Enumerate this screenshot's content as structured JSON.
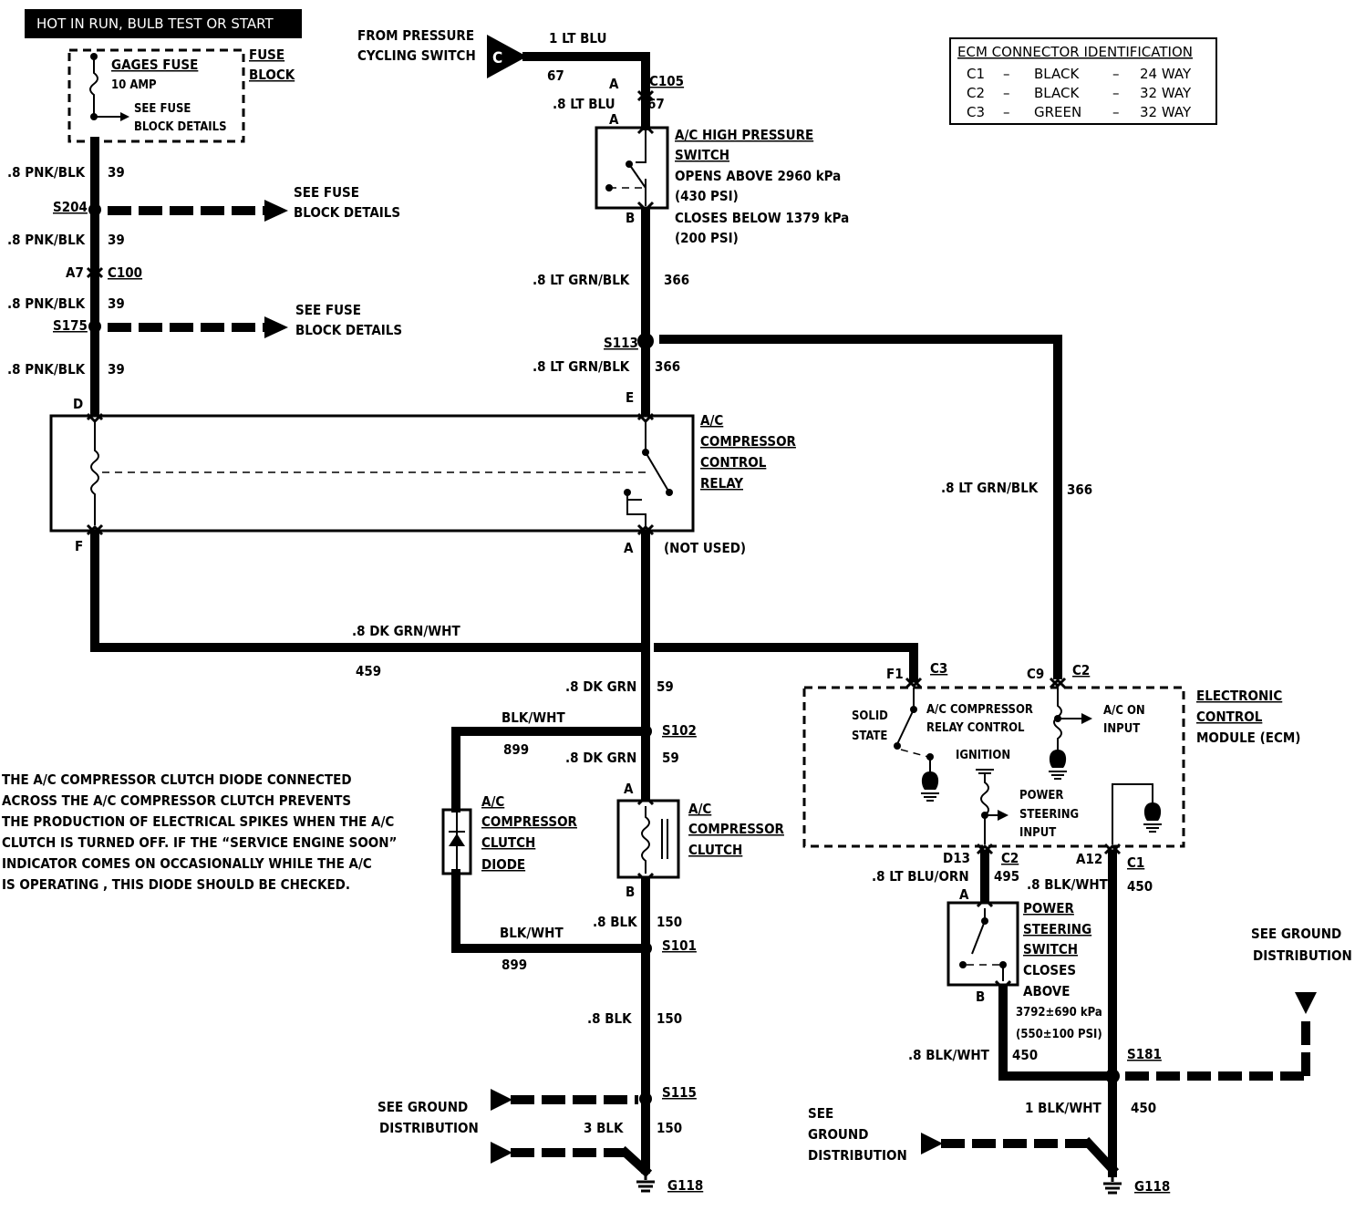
{
  "header": {
    "power_label": "HOT IN RUN, BULB TEST OR START"
  },
  "fuse_block": {
    "name": "FUSE BLOCK",
    "fuse_name": "GAGES FUSE",
    "fuse_rating": "10 AMP",
    "see_fuse_block_details": "SEE FUSE BLOCK DETAILS"
  },
  "ecm_connector_table": {
    "title": "ECM CONNECTOR IDENTIFICATION",
    "rows": [
      {
        "id": "C1",
        "color": "BLACK",
        "ways": "24 WAY"
      },
      {
        "id": "C2",
        "color": "BLACK",
        "ways": "32 WAY"
      },
      {
        "id": "C3",
        "color": "GREEN",
        "ways": "32 WAY"
      }
    ],
    "dash": "–"
  },
  "left_column": {
    "w1_gauge": ".8 PNK/BLK",
    "w1_circuit": "39",
    "splice1": "S204",
    "see_fuse1_line1": "SEE FUSE",
    "see_fuse1_line2": "BLOCK DETAILS",
    "w2_gauge": ".8 PNK/BLK",
    "w2_circuit": "39",
    "conn_pin": "A7",
    "conn_id": "C100",
    "w3_gauge": ".8 PNK/BLK",
    "w3_circuit": "39",
    "splice2": "S175",
    "see_fuse2_line1": "SEE FUSE",
    "see_fuse2_line2": "BLOCK DETAILS",
    "w4_gauge": ".8 PNK/BLK",
    "w4_circuit": "39"
  },
  "pressure_source": {
    "line1": "FROM PRESSURE",
    "line2": "CYCLING SWITCH",
    "connector_letter": "C",
    "wire_gauge": "1 LT BLU",
    "wire_circuit": "67",
    "pin_a": "A",
    "conn_id": "C105",
    "wire2_gauge": ".8 LT BLU",
    "wire2_circuit": "67",
    "pin_a2": "A"
  },
  "high_pressure_switch": {
    "name_line1": "A/C HIGH PRESSURE",
    "name_line2": "SWITCH",
    "opens": "OPENS ABOVE 2960 kPa",
    "opens_psi": "(430 PSI)",
    "closes": "CLOSES BELOW 1379 kPa",
    "closes_psi": "(200 PSI)",
    "pin_b": "B"
  },
  "center_column": {
    "w366a_gauge": ".8 LT GRN/BLK",
    "w366a_circuit": "366",
    "splice_s113": "S113",
    "w366b_gauge": ".8 LT GRN/BLK",
    "w366b_circuit": "366",
    "pin_e": "E",
    "pin_d": "D",
    "pin_f": "F",
    "pin_a": "A",
    "not_used": "(NOT USED)",
    "w366c_gauge": ".8 LT GRN/BLK",
    "w366c_circuit": "366"
  },
  "relay": {
    "line1": "A/C",
    "line2": "COMPRESSOR",
    "line3": "CONTROL",
    "line4": "RELAY"
  },
  "relay_wire": {
    "gauge": ".8 DK GRN/WHT",
    "circuit": "459"
  },
  "clutch_section": {
    "w59a_gauge": ".8 DK GRN",
    "w59a_circuit": "59",
    "splice_s102": "S102",
    "diode_wire_top": "BLK/WHT",
    "diode_wire_top_circuit": "899",
    "w59b_gauge": ".8 DK GRN",
    "w59b_circuit": "59",
    "pin_a": "A",
    "pin_b": "B",
    "diode_line1": "A/C",
    "diode_line2": "COMPRESSOR",
    "diode_line3": "CLUTCH",
    "diode_line4": "DIODE",
    "clutch_line1": "A/C",
    "clutch_line2": "COMPRESSOR",
    "clutch_line3": "CLUTCH",
    "w150a_gauge": ".8 BLK",
    "w150a_circuit": "150",
    "diode_wire_bot": "BLK/WHT",
    "diode_wire_bot_circuit": "899",
    "splice_s101": "S101",
    "w150b_gauge": ".8 BLK",
    "w150b_circuit": "150",
    "splice_s115": "S115",
    "see_ground1": "SEE  GROUND",
    "see_ground2": "DISTRIBUTION",
    "w150c_gauge": "3 BLK",
    "w150c_circuit": "150",
    "ground": "G118"
  },
  "note": {
    "lines": [
      "THE A/C  COMPRESSOR CLUTCH DIODE CONNECTED",
      "ACROSS THE A/C COMPRESSOR CLUTCH PREVENTS",
      "THE PRODUCTION OF ELECTRICAL SPIKES WHEN THE A/C",
      "CLUTCH IS TURNED OFF. IF THE “SERVICE ENGINE SOON”",
      "INDICATOR COMES ON OCCASIONALLY WHILE THE A/C",
      "IS OPERATING , THIS DIODE SHOULD BE CHECKED."
    ]
  },
  "ecm": {
    "name_line1": "ELECTRONIC",
    "name_line2": "CONTROL",
    "name_line3": "MODULE (ECM)",
    "f1": "F1",
    "c3": "C3",
    "c9": "C9",
    "c2": "C2",
    "solid_line1": "SOLID",
    "solid_line2": "STATE",
    "relay_ctrl_line1": "A/C COMPRESSOR",
    "relay_ctrl_line2": "RELAY CONTROL",
    "ac_on_line1": "A/C ON",
    "ac_on_line2": "INPUT",
    "ignition": "IGNITION",
    "ps_line1": "POWER",
    "ps_line2": "STEERING",
    "ps_line3": "INPUT",
    "d13": "D13",
    "c2b": "C2",
    "a12": "A12",
    "c1": "C1"
  },
  "ps_section": {
    "w495_gauge": ".8 LT BLU/ORN",
    "w495_circuit": "495",
    "w450a_gauge": ".8 BLK/WHT",
    "w450a_circuit": "450",
    "pin_a": "A",
    "pin_b": "B",
    "switch_line1": "POWER",
    "switch_line2": "STEERING",
    "switch_line3": "SWITCH",
    "switch_line4": "CLOSES",
    "switch_line5": "ABOVE",
    "switch_line6": "3792±690 kPa",
    "switch_line7": "(550±100 PSI)",
    "w450b_gauge": ".8 BLK/WHT",
    "w450b_circuit": "450",
    "splice_s181": "S181",
    "see_ground_r1": "SEE GROUND",
    "see_ground_r2": "DISTRIBUTION",
    "w450c_gauge": "1 BLK/WHT",
    "w450c_circuit": "450",
    "see_ground_l1": "SEE",
    "see_ground_l2": "GROUND",
    "see_ground_l3": "DISTRIBUTION",
    "ground": "G118"
  }
}
